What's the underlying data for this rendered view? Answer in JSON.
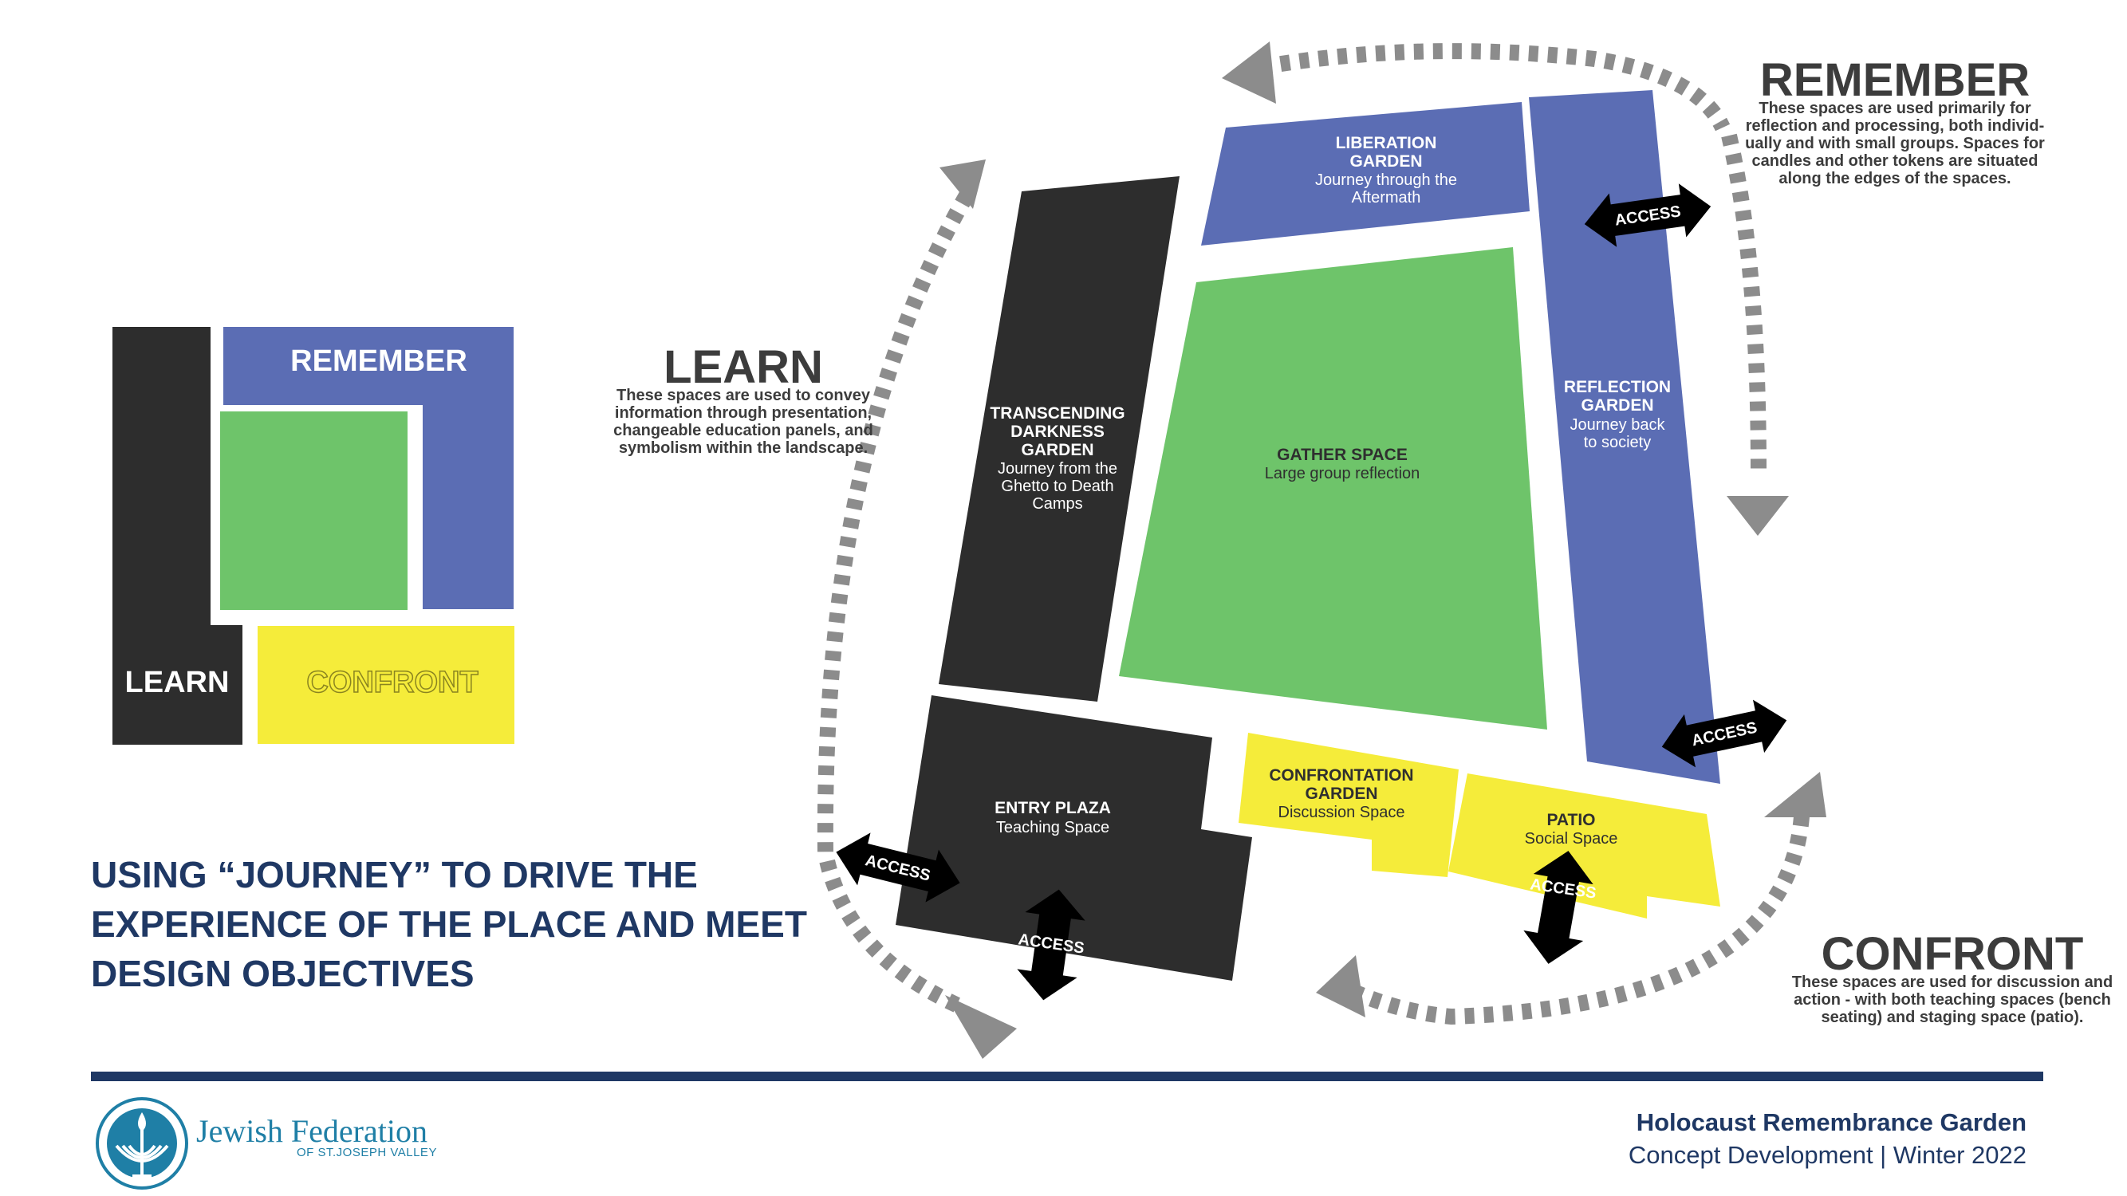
{
  "legend": {
    "remember": "REMEMBER",
    "learn": "LEARN",
    "confront": "CONFRONT"
  },
  "main_title": "USING “JOURNEY” TO DRIVE THE EXPERIENCE OF THE PLACE AND MEET DESIGN OBJECTIVES",
  "sections": {
    "learn": {
      "heading": "LEARN",
      "lines": [
        "These spaces are used to convey",
        "information through presentation,",
        "changeable education panels, and",
        "symbolism within the landscape."
      ]
    },
    "remember": {
      "heading": "REMEMBER",
      "lines": [
        "These spaces are used primarily for",
        "reflection and processing, both individ-",
        "ually and with small groups. Spaces for",
        "candles and other tokens are situated",
        "along the edges of the spaces."
      ]
    },
    "confront": {
      "heading": "CONFRONT",
      "lines": [
        "These spaces are used for discussion and",
        "action - with both teaching spaces (bench",
        "seating) and staging space (patio)."
      ]
    }
  },
  "zones": {
    "liberation": {
      "title1": "LIBERATION",
      "title2": "GARDEN",
      "sub1": "Journey through the",
      "sub2": "Aftermath"
    },
    "transcending": {
      "title1": "TRANSCENDING",
      "title2": "DARKNESS",
      "title3": "GARDEN",
      "sub1": "Journey from the",
      "sub2": "Ghetto to Death",
      "sub3": "Camps"
    },
    "gather": {
      "title": "GATHER SPACE",
      "sub": "Large group reflection"
    },
    "reflection": {
      "title1": "REFLECTION",
      "title2": "GARDEN",
      "sub1": "Journey back",
      "sub2": "to society"
    },
    "entry": {
      "title": "ENTRY PLAZA",
      "sub": "Teaching Space"
    },
    "confrontation": {
      "title1": "CONFRONTATION",
      "title2": "GARDEN",
      "sub": "Discussion Space"
    },
    "patio": {
      "title": "PATIO",
      "sub": "Social Space"
    }
  },
  "access_label": "ACCESS",
  "footer": {
    "org_name": "Jewish Federation",
    "org_sub": "OF ST.JOSEPH VALLEY",
    "project_title": "Holocaust Remembrance Garden",
    "project_sub": "Concept Development | Winter 2022"
  },
  "colors": {
    "learn_dark": "#2d2d2d",
    "remember_blue": "#5b6db4",
    "gather_green": "#6ec46a",
    "confront_yellow": "#f5ec3a",
    "journey_arrow": "#8c8c8c",
    "title_navy": "#1f3864",
    "logo_teal": "#1f7fa6"
  }
}
